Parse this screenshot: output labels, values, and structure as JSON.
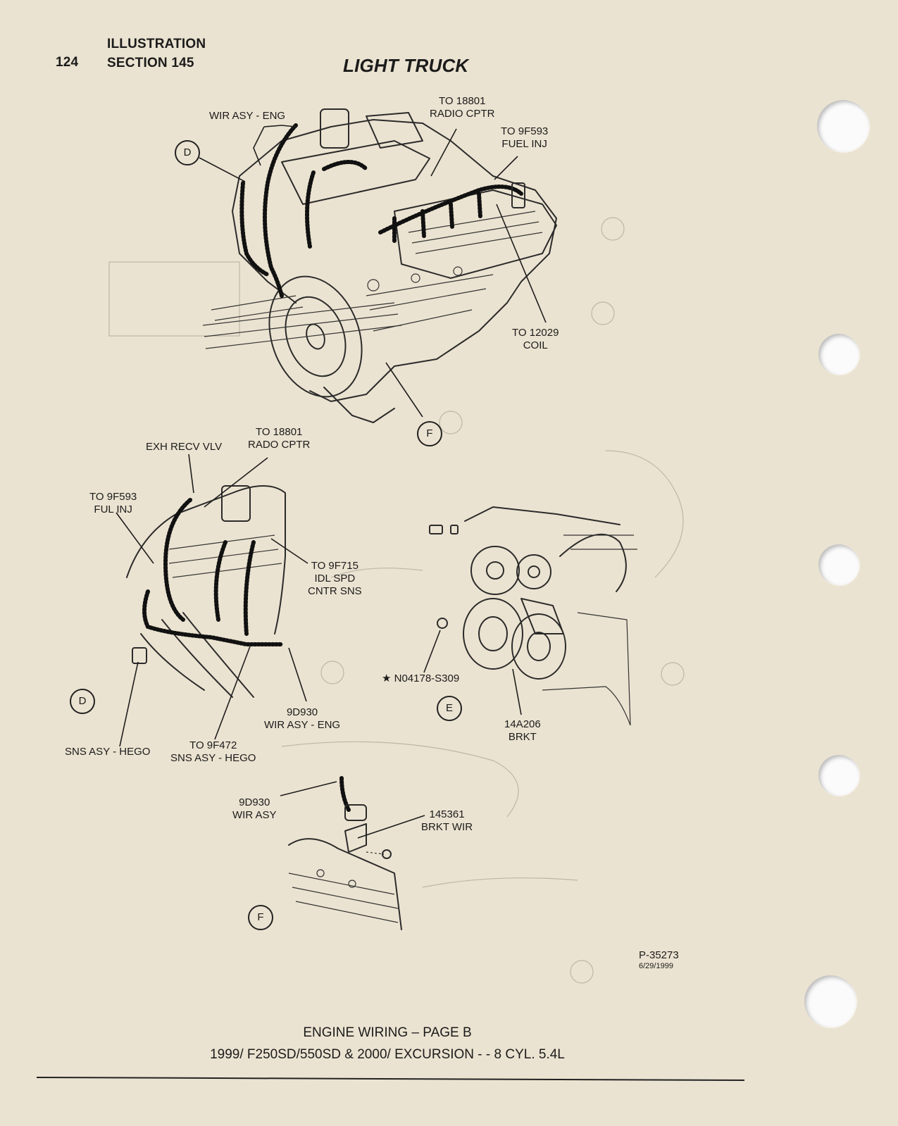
{
  "header": {
    "page_number": "124",
    "line1": "ILLUSTRATION",
    "line2": "SECTION 145",
    "title": "LIGHT TRUCK"
  },
  "view1": {
    "wir_asy_eng": "WIR ASY - ENG",
    "to_radio_l1": "TO 18801",
    "to_radio_l2": "RADIO CPTR",
    "to_fuel_l1": "TO 9F593",
    "to_fuel_l2": "FUEL INJ",
    "to_coil_l1": "TO 12029",
    "to_coil_l2": "COIL",
    "callout_d": "D",
    "callout_f": "F"
  },
  "view_d": {
    "to_rado_l1": "TO 18801",
    "to_rado_l2": "RADO CPTR",
    "exh_recv": "EXH RECV VLV",
    "ful_inj_l1": "TO 9F593",
    "ful_inj_l2": "FUL INJ",
    "idl_l1": "TO 9F715",
    "idl_l2": "IDL SPD",
    "idl_l3": "CNTR SNS",
    "wir_l1": "9D930",
    "wir_l2": "WIR ASY - ENG",
    "sns_hego": "SNS ASY - HEGO",
    "to_sns_l1": "TO 9F472",
    "to_sns_l2": "SNS ASY - HEGO",
    "callout": "D"
  },
  "view_e": {
    "nut": "★ N04178-S309",
    "brkt_l1": "14A206",
    "brkt_l2": "BRKT",
    "callout": "E"
  },
  "view_f": {
    "wir_l1": "9D930",
    "wir_l2": "WIR ASY",
    "brkt_l1": "145361",
    "brkt_l2": "BRKT WIR",
    "callout": "F"
  },
  "figure_id": "P-35273",
  "figure_date": "6/29/1999",
  "footer": {
    "line1": "ENGINE WIRING – PAGE B",
    "line2": "1999/ F250SD/550SD & 2000/ EXCURSION - - 8 CYL. 5.4L"
  }
}
